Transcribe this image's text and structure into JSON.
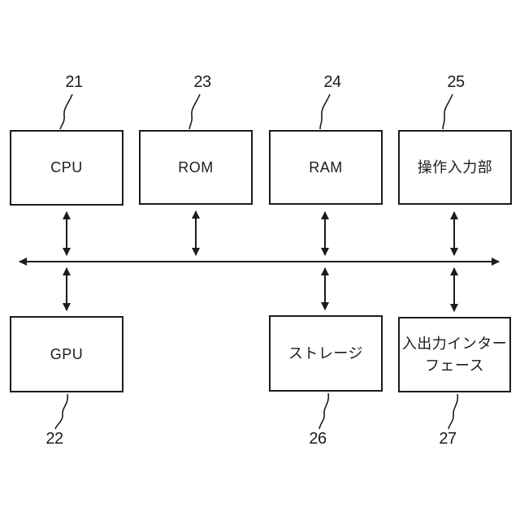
{
  "colors": {
    "line": "#1c1c1c",
    "background": "#ffffff"
  },
  "blocks": [
    {
      "label": "CPU",
      "ref": "21"
    },
    {
      "label": "ROM",
      "ref": "23"
    },
    {
      "label": "RAM",
      "ref": "24"
    },
    {
      "label": "操作入力部",
      "ref": "25"
    },
    {
      "label": "GPU",
      "ref": "22"
    },
    {
      "label": "ストレージ",
      "ref": "26"
    },
    {
      "label": "入出力インター\nフェース",
      "ref": "27"
    }
  ]
}
